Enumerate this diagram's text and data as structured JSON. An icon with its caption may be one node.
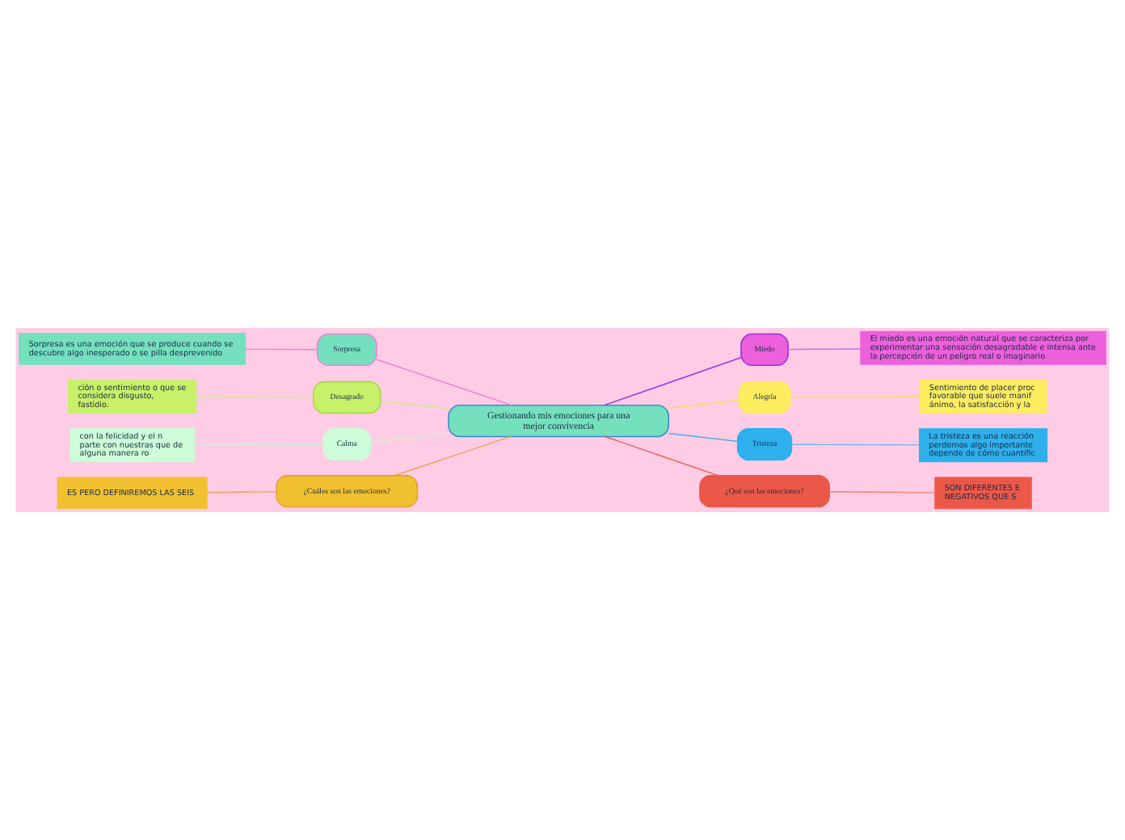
{
  "diagram": {
    "nodes": [
      {
        "text": [
          "Gestionando mis emociones para una mejor convivencia"
        ]
      },
      {
        "text": [
          "Miedo"
        ]
      },
      {
        "text": [
          "El miedo es una emoción natural que se caracteriza por experimentar una sensación desagradable e intensa ante la percepción de un peligro real o imaginario"
        ]
      },
      {
        "text": [
          "Alegría"
        ]
      },
      {
        "text": [
          "Sentimiento de placer proc favorable que suele manif ánimo, la satisfacción y la"
        ]
      },
      {
        "text": [
          "Tristeza"
        ]
      },
      {
        "text": [
          "La tristeza es una reacción perdemos algo importante depende de cómo cuantific"
        ]
      },
      {
        "text": [
          "¿Qué son las emociones?"
        ]
      },
      {
        "text": [
          "SON DIFERENTES E NEGATIVOS QUE S"
        ]
      },
      {
        "text": [
          "Sorpresa"
        ]
      },
      {
        "text": [
          "Sorpresa es una emoción que se produce cuando se descubre algo inesperado o se pilla desprevenido"
        ]
      },
      {
        "text": [
          "Desagrado"
        ]
      },
      {
        "text": [
          "ción o sentimiento o que se considera disgusto, fastidio."
        ]
      },
      {
        "text": [
          "Calma"
        ]
      },
      {
        "text": [
          "con la felicidad y el n parte con nuestras que de alguna manera ro"
        ]
      },
      {
        "text": [
          "¿Cuáles son las emociones?"
        ]
      },
      {
        "text": [
          "ES PERO DEFINIREMOS LAS SEIS"
        ]
      }
    ],
    "edges": [
      {
        "from": 0,
        "to": 1,
        "arrow": "none",
        "color": "#9b30e0"
      },
      {
        "from": 1,
        "to": 2,
        "arrow": "none",
        "color": "#c070e8"
      },
      {
        "from": 0,
        "to": 3,
        "arrow": "none",
        "color": "#f0e060"
      },
      {
        "from": 3,
        "to": 4,
        "arrow": "none",
        "color": "#f0e060"
      },
      {
        "from": 0,
        "to": 5,
        "arrow": "none",
        "color": "#30a8e8"
      },
      {
        "from": 5,
        "to": 6,
        "arrow": "none",
        "color": "#70b8e8"
      },
      {
        "from": 0,
        "to": 7,
        "arrow": "none",
        "color": "#e85848"
      },
      {
        "from": 7,
        "to": 8,
        "arrow": "none",
        "color": "#f08070"
      },
      {
        "from": 10,
        "to": 9,
        "arrow": "none",
        "color": "#f080d0"
      },
      {
        "from": 9,
        "to": 0,
        "arrow": "none",
        "color": "#f080d0"
      },
      {
        "from": 12,
        "to": 11,
        "arrow": "none",
        "color": "#d0e890"
      },
      {
        "from": 11,
        "to": 0,
        "arrow": "none",
        "color": "#d0e890"
      },
      {
        "from": 14,
        "to": 13,
        "arrow": "none",
        "color": "#d0f0d0"
      },
      {
        "from": 13,
        "to": 0,
        "arrow": "none",
        "color": "#d0f0d0"
      },
      {
        "from": 16,
        "to": 15,
        "arrow": "none",
        "color": "#f0a050"
      },
      {
        "from": 15,
        "to": 0,
        "arrow": "none",
        "color": "#f0a050"
      }
    ]
  }
}
